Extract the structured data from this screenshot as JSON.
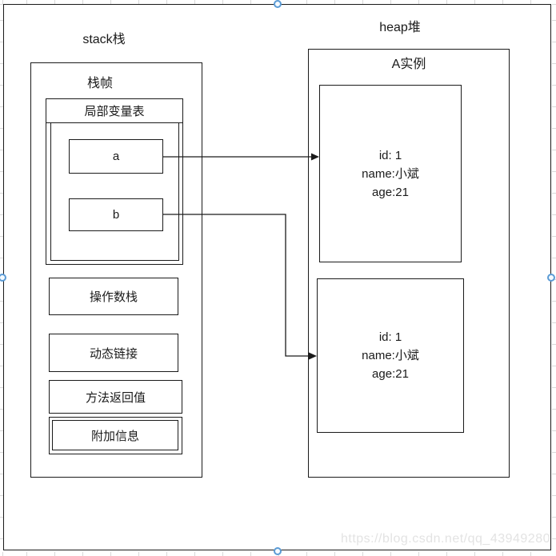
{
  "diagram": {
    "stack_label": "stack栈",
    "heap_label": "heap堆",
    "frame": {
      "title": "栈帧",
      "local_var_table": {
        "title": "局部变量表",
        "vars": [
          {
            "label": "a"
          },
          {
            "label": "b"
          }
        ]
      },
      "sections": [
        {
          "label": "操作数栈"
        },
        {
          "label": "动态链接"
        },
        {
          "label": "方法返回值"
        },
        {
          "label": "附加信息"
        }
      ]
    },
    "heap": {
      "title": "A实例",
      "instances": [
        {
          "lines": [
            "id: 1",
            "name:小斌",
            "age:21"
          ]
        },
        {
          "lines": [
            "id: 1",
            "name:小斌",
            "age:21"
          ]
        }
      ]
    },
    "references": [
      {
        "from": "a",
        "to": "instance-1"
      },
      {
        "from": "b",
        "to": "instance-2"
      }
    ]
  },
  "watermark": {
    "text": "https://blog.csdn.net/qq_43949280"
  },
  "colors": {
    "line": "#1a1a1a",
    "selection_handle": "#5b9bd5",
    "grid": "#d9d9d9",
    "watermark": "#e3e3e3"
  }
}
